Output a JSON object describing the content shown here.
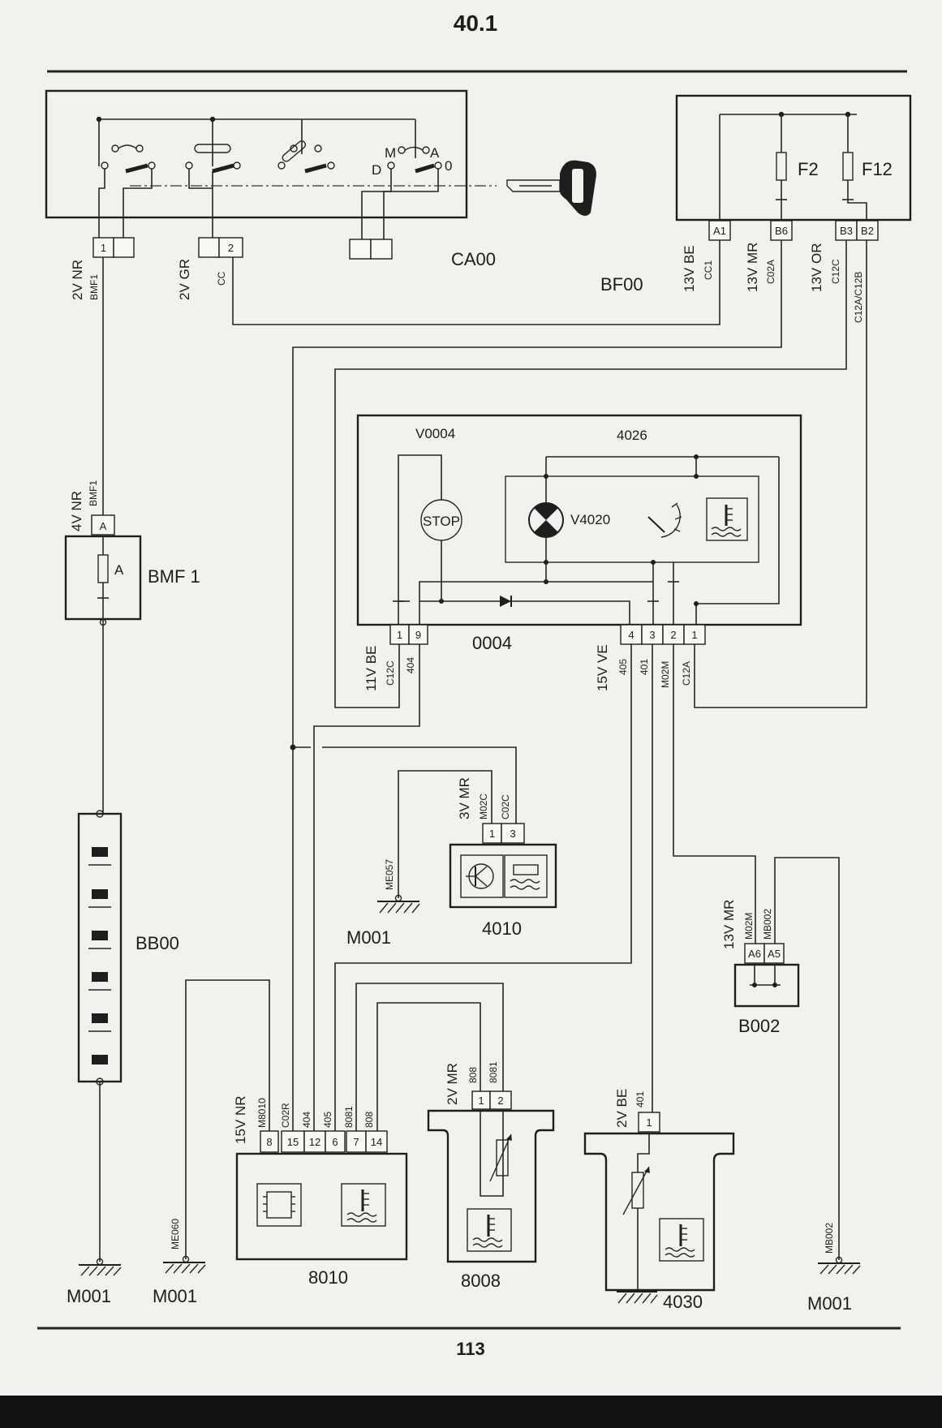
{
  "header": {
    "section": "40.1",
    "page_number": "113"
  },
  "components": {
    "ca00": "CA00",
    "bf00": "BF00",
    "bmf1": "BMF 1",
    "bmf1_fuse": "A",
    "bb00": "BB00",
    "v0004": "V0004",
    "c4026": "4026",
    "stop": "STOP",
    "v4020": "V4020",
    "c0004": "0004",
    "c4010": "4010",
    "b002": "B002",
    "c8010": "8010",
    "c8008": "8008",
    "c4030": "4030",
    "f2": "F2",
    "f12": "F12",
    "m001": "M001"
  },
  "switch_positions": {
    "m": "M",
    "a": "A",
    "d": "D",
    "o": "0"
  },
  "connectors": {
    "ca00_left": {
      "spec": "2V NR",
      "wire": "BMF1",
      "pins": [
        "1",
        ""
      ]
    },
    "ca00_mid": {
      "spec": "2V GR",
      "wire": "CC",
      "pins": [
        "",
        "2"
      ]
    },
    "bf00": {
      "pins": [
        "A1",
        "B6",
        "B3",
        "B2"
      ],
      "groups": [
        {
          "spec": "13V BE",
          "wire": "CC1"
        },
        {
          "spec": "13V MR",
          "wire": "C02A"
        },
        {
          "spec": "13V OR",
          "wire": "C12C",
          "wire2": "C12A/C12B"
        }
      ]
    },
    "bmf1": {
      "spec": "4V NR",
      "wire": "BMF1",
      "pin": "A"
    },
    "c0004_left": {
      "spec": "11V BE",
      "pins": [
        "1",
        "9"
      ],
      "wires": [
        "C12C",
        "404"
      ]
    },
    "c0004_right": {
      "spec": "15V VE",
      "pins": [
        "4",
        "3",
        "2",
        "1"
      ],
      "wires": [
        "405",
        "401",
        "M02M",
        "C12A"
      ]
    },
    "c4010": {
      "spec": "3V MR",
      "pins": [
        "1",
        "3"
      ],
      "wires": [
        "M02C",
        "C02C"
      ]
    },
    "b002": {
      "spec": "13V MR",
      "pins": [
        "A6",
        "A5"
      ],
      "wires": [
        "M02M",
        "MB002"
      ]
    },
    "c8010": {
      "spec": "15V NR",
      "pins": [
        "8",
        "15",
        "12",
        "6",
        "7",
        "14"
      ],
      "wires": [
        "M8010",
        "C02R",
        "404",
        "405",
        "8081",
        "808"
      ]
    },
    "c8008": {
      "spec": "2V MR",
      "pins": [
        "1",
        "2"
      ],
      "wires": [
        "808",
        "8081"
      ]
    },
    "c4030": {
      "spec": "2V BE",
      "pins": [
        "1"
      ],
      "wires": [
        "401"
      ]
    }
  },
  "grounds": {
    "me057": "ME057",
    "me060": "ME060",
    "mb002": "MB002"
  }
}
